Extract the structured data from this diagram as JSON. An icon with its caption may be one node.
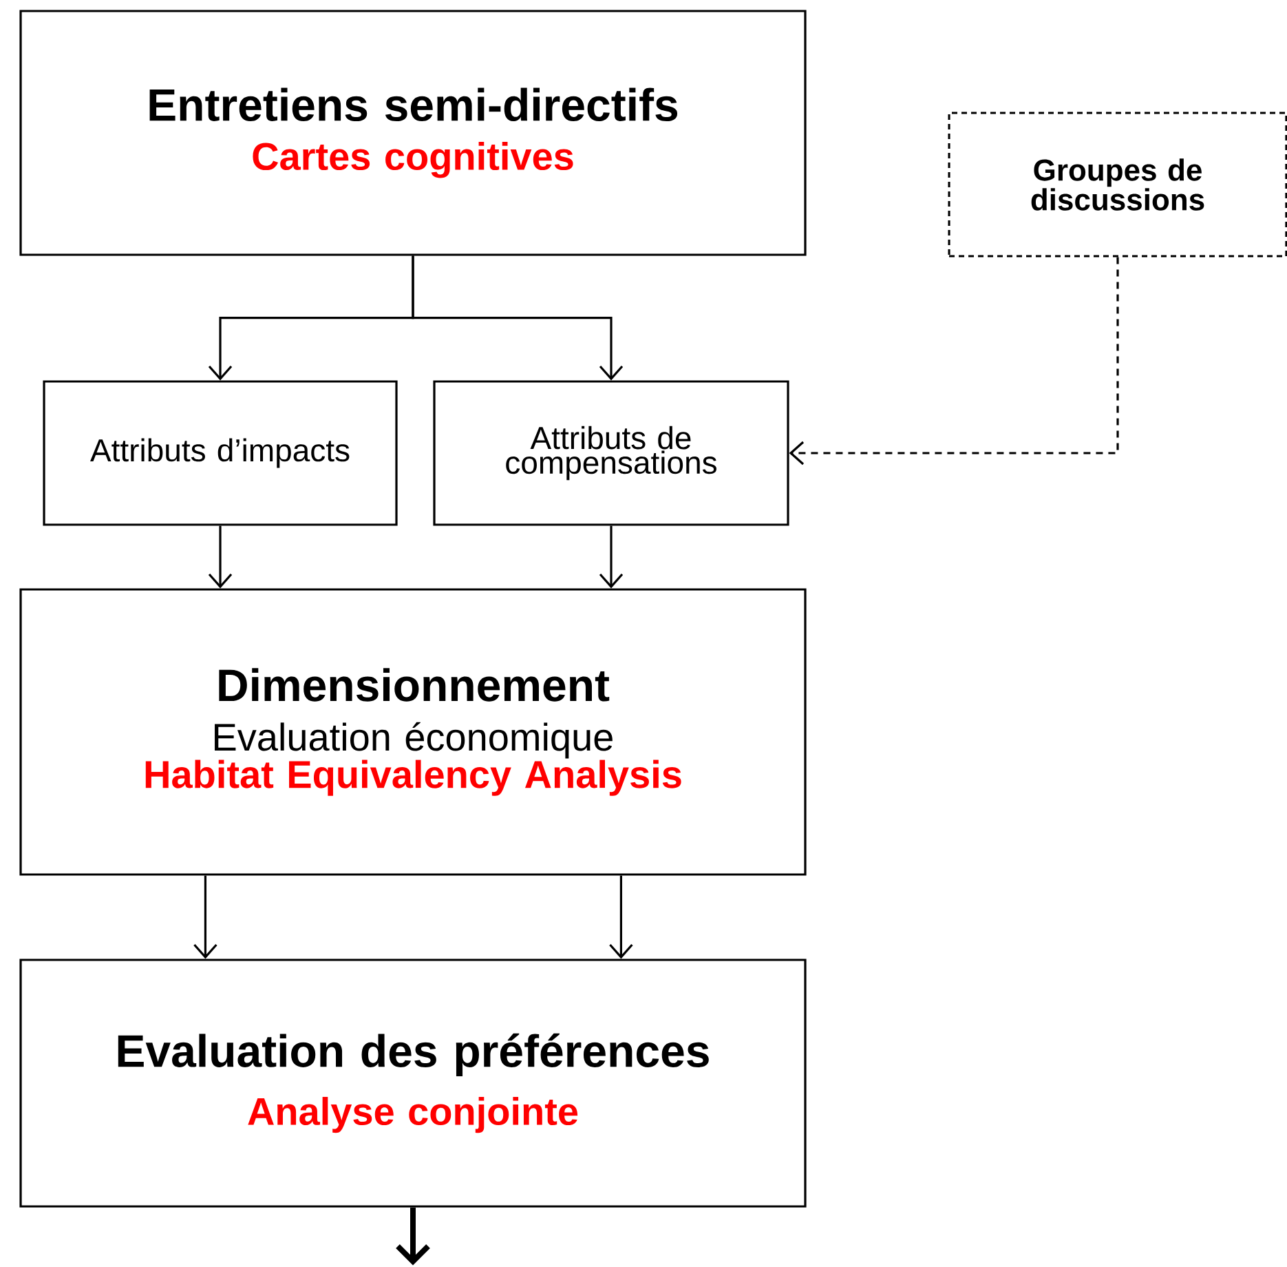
{
  "diagram": {
    "nodes": [
      {
        "text": [
          "Entretiens semi-directifs",
          "Cartes cognitives"
        ]
      },
      {
        "text": [
          "Groupes de discussions"
        ]
      },
      {
        "text": [
          "Attributs d’impacts"
        ]
      },
      {
        "text": [
          "Attributs de compensations"
        ]
      },
      {
        "text": [
          "Dimensionnement",
          "Evaluation économique",
          "Habitat Equivalency Analysis"
        ]
      },
      {
        "text": [
          "Evaluation des préférences",
          "Analyse conjointe"
        ]
      }
    ],
    "edges": [
      {
        "from": 0,
        "to": 2,
        "arrow": "to"
      },
      {
        "from": 0,
        "to": 3,
        "arrow": "to"
      },
      {
        "from": 1,
        "to": 3,
        "arrow": "to",
        "style": "dashed"
      },
      {
        "from": 2,
        "to": 4,
        "arrow": "to"
      },
      {
        "from": 3,
        "to": 4,
        "arrow": "to"
      },
      {
        "from": 4,
        "to": 5,
        "arrow": "to"
      },
      {
        "from": 4,
        "to": 5,
        "arrow": "to"
      },
      {
        "from": 5,
        "to": null,
        "arrow": "to",
        "style": "thick"
      }
    ]
  }
}
